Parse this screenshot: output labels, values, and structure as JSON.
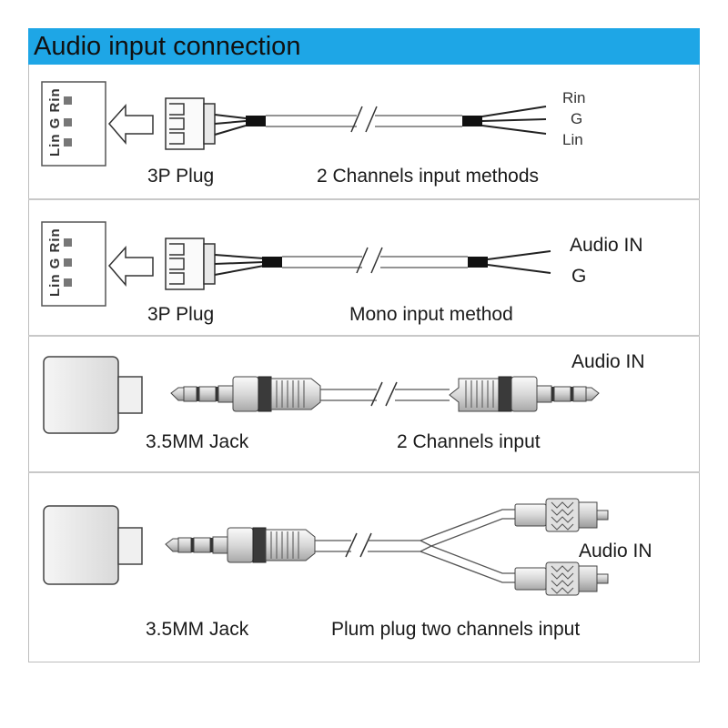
{
  "header": {
    "title": "Audio input connection",
    "color": "#1ea6e6"
  },
  "sections": [
    {
      "connector_pins": [
        "Lin",
        "G",
        "Rin"
      ],
      "plug_label": "3P Plug",
      "method_label": "2 Channels input methods",
      "wire_labels": [
        "Rin",
        "G",
        "Lin"
      ]
    },
    {
      "connector_pins": [
        "Lin",
        "G",
        "Rin"
      ],
      "plug_label": "3P Plug",
      "method_label": "Mono input method",
      "wire_labels": [
        "Audio IN",
        "G"
      ]
    },
    {
      "plug_label": "3.5MM Jack",
      "method_label": "2 Channels input",
      "end_label": "Audio IN"
    },
    {
      "plug_label": "3.5MM Jack",
      "method_label": "Plum plug two channels input",
      "end_label": "Audio IN"
    }
  ]
}
